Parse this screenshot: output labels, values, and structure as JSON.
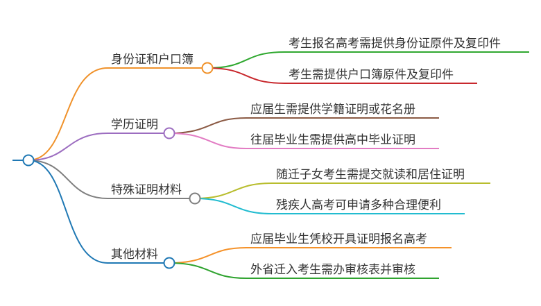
{
  "branches": [
    {
      "label": "身份证和户口簿",
      "color": "#f0922b",
      "children": [
        {
          "label": "考生报名高考需提供身份证原件及复印件",
          "color": "#2fa82f"
        },
        {
          "label": "考生需提供户口簿原件及复印件",
          "color": "#c8282d"
        }
      ]
    },
    {
      "label": "学历证明",
      "color": "#9c6dc0",
      "children": [
        {
          "label": "应届生需提供学籍证明或花名册",
          "color": "#8b5a44"
        },
        {
          "label": "往届毕业生需提供高中毕业证明",
          "color": "#e27cc3"
        }
      ]
    },
    {
      "label": "特殊证明材料",
      "color": "#7f7f7f",
      "children": [
        {
          "label": "随迁子女考生需提交就读和居住证明",
          "color": "#b8bd2d"
        },
        {
          "label": "残疾人高考可申请多种合理便利",
          "color": "#22bcd0"
        }
      ]
    },
    {
      "label": "其他材料",
      "color": "#1f78b4",
      "children": [
        {
          "label": "应届毕业生凭校开具证明报名高考",
          "color": "#f5922a"
        },
        {
          "label": "外省迁入考生需办审核表并审核",
          "color": "#2fa32f"
        }
      ]
    }
  ],
  "root_color": "#1f78b4"
}
